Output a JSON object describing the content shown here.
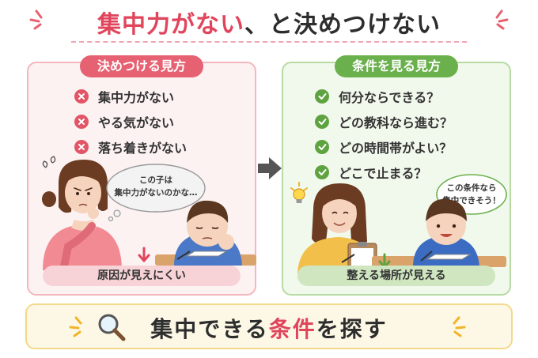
{
  "title": {
    "part1": "集中力がない",
    "part2": "、と決めつけない"
  },
  "left_panel": {
    "heading": "決めつける見方",
    "items": [
      {
        "label": "集中力がない"
      },
      {
        "label": "やる気がない"
      },
      {
        "label": "落ち着きがない"
      }
    ],
    "thought_line1": "この子は",
    "thought_line2": "集中力がないのかな…",
    "footer": "原因が見えにくい"
  },
  "right_panel": {
    "heading": "条件を見る見方",
    "items": [
      {
        "label": "何分ならできる？"
      },
      {
        "label": "どの教科なら進む？"
      },
      {
        "label": "どの時間帯がよい？"
      },
      {
        "label": "どこで止まる？"
      }
    ],
    "speech_line1": "この条件なら",
    "speech_line2": "集中できそう！",
    "footer": "整える場所が見える"
  },
  "banner": {
    "part1": "集中できる",
    "highlight": "条件",
    "part2": "を探す"
  },
  "colors": {
    "accent_red": "#e0455c",
    "accent_green": "#6ab04c",
    "banner_bg": "#fdf8e6"
  },
  "icons": [
    "sparkle-icon",
    "cross-icon",
    "check-icon",
    "arrow-right-icon",
    "lightbulb-icon",
    "arrow-down-icon",
    "magnifier-icon"
  ]
}
